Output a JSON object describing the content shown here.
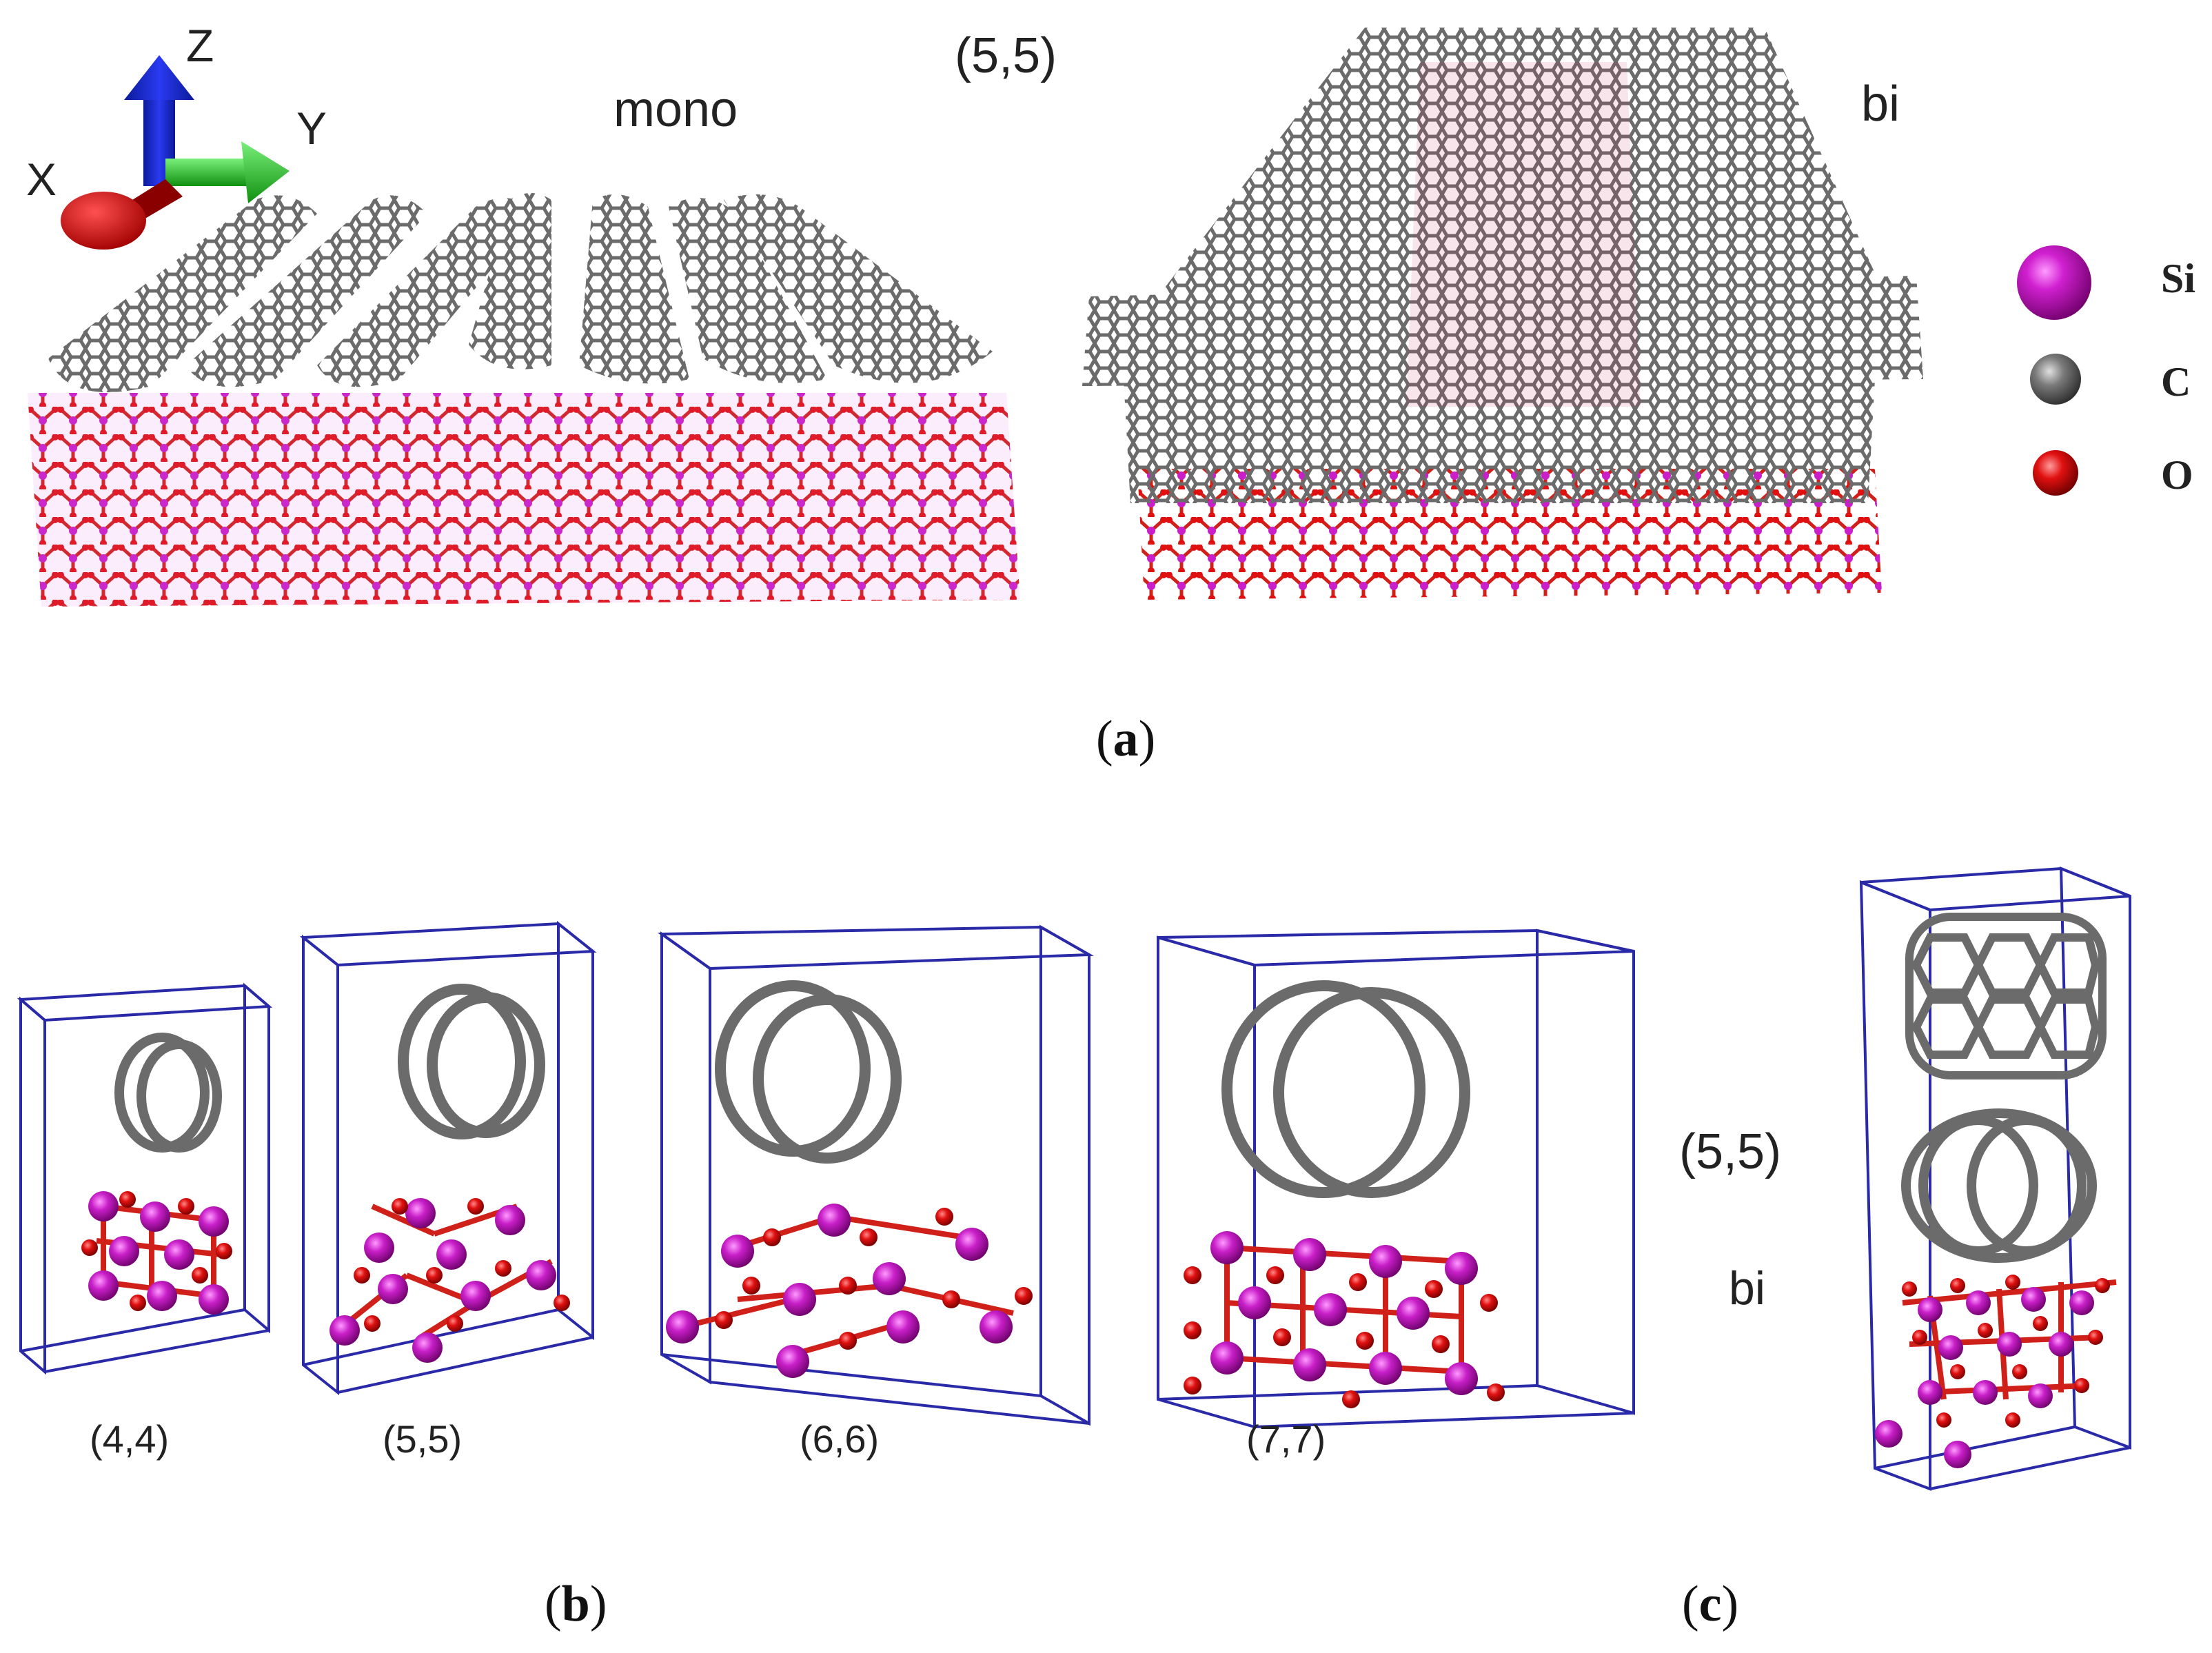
{
  "panel_a": {
    "label_open": "(",
    "label_letter": "a",
    "label_close": ")",
    "chirality": "(5,5)",
    "mono_label": "mono",
    "bi_label": "bi",
    "axes": {
      "x": "X",
      "y": "Y",
      "z": "Z"
    },
    "legend": [
      {
        "symbol": "Si",
        "color": "#c81fc8"
      },
      {
        "symbol": "C",
        "color": "#7a7a7a"
      },
      {
        "symbol": "O",
        "color": "#e01010"
      }
    ]
  },
  "panel_b": {
    "label_open": "(",
    "label_letter": "b",
    "label_close": ")",
    "cells": [
      {
        "chirality": "(4,4)"
      },
      {
        "chirality": "(5,5)"
      },
      {
        "chirality": "(6,6)"
      },
      {
        "chirality": "(7,7)"
      }
    ]
  },
  "panel_c": {
    "label_open": "(",
    "label_letter": "c",
    "label_close": ")",
    "chirality": "(5,5)",
    "bi_label": "bi"
  },
  "colors": {
    "silicon": "#c81fc8",
    "carbon": "#7a7a7a",
    "oxygen": "#e01010",
    "cell_edge": "#2a2aa8",
    "axis_x": "#e01010",
    "axis_y": "#22c022",
    "axis_z": "#1a2ad0"
  }
}
